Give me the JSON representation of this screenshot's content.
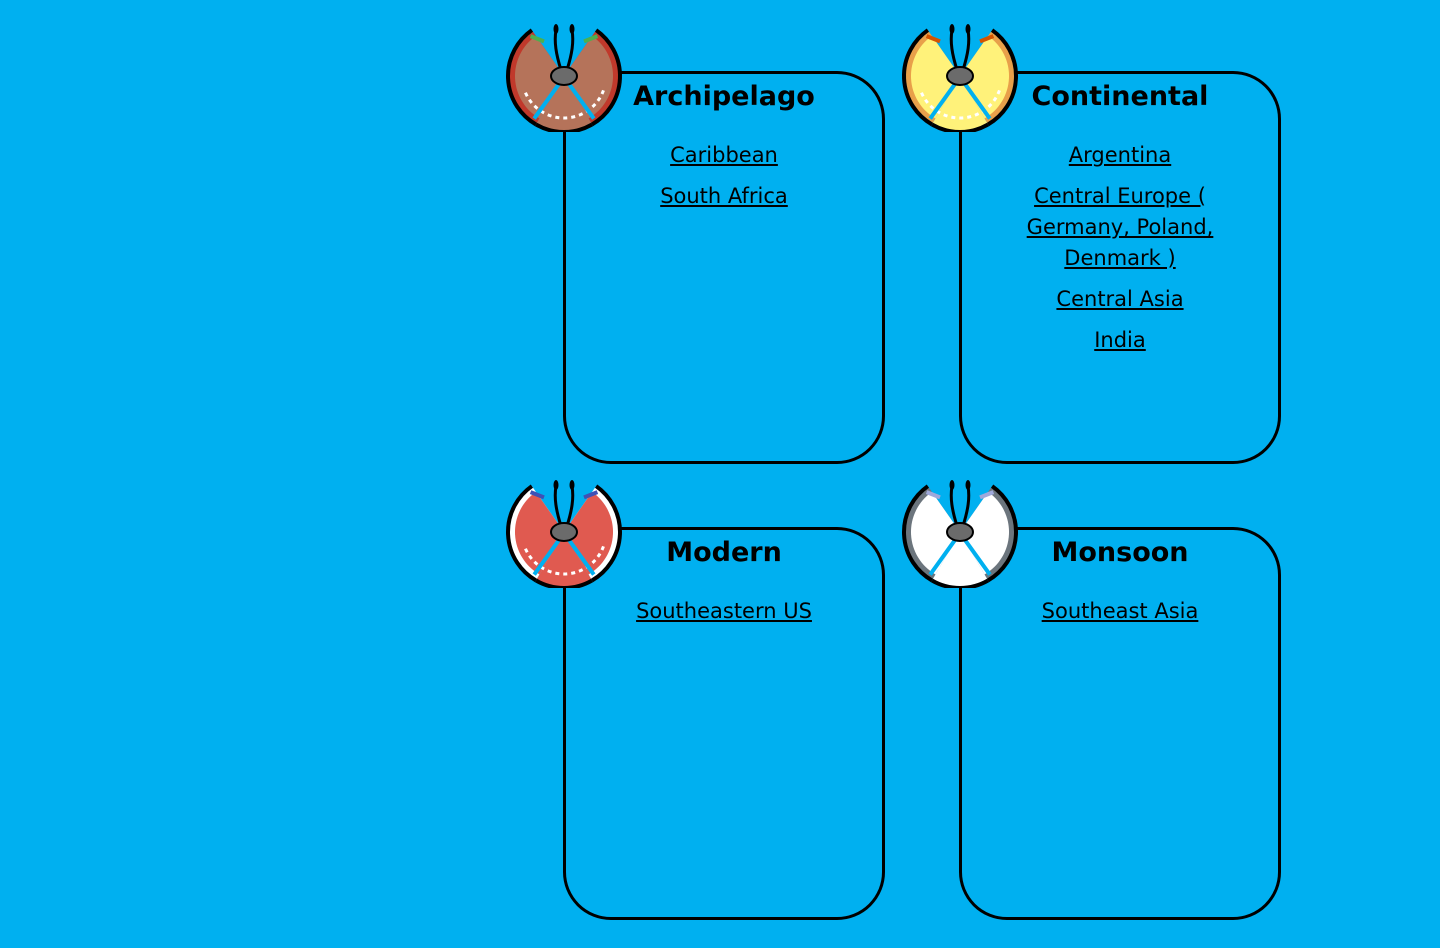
{
  "regions": [
    {
      "id": "archipelago",
      "title": "Archipelago",
      "links": [
        "Caribbean",
        "South Africa"
      ],
      "emblem_icon": "butterfly-emblem-icon",
      "colors": {
        "wing": "#B5735A",
        "rim": "#C0392B",
        "accent": "#4CAF50"
      }
    },
    {
      "id": "continental",
      "title": "Continental",
      "links": [
        "Argentina",
        "Central Europe ( Germany, Poland, Denmark )",
        "Central Asia",
        "India"
      ],
      "emblem_icon": "butterfly-emblem-icon",
      "colors": {
        "wing": "#FFF27A",
        "rim": "#E8A04A",
        "accent": "#D35400"
      }
    },
    {
      "id": "modern",
      "title": "Modern",
      "links": [
        "Southeastern US"
      ],
      "emblem_icon": "butterfly-emblem-icon",
      "colors": {
        "wing": "#E05A50",
        "rim": "#FFFFFF",
        "accent": "#3F51B5"
      }
    },
    {
      "id": "monsoon",
      "title": "Monsoon",
      "links": [
        "Southeast Asia"
      ],
      "emblem_icon": "butterfly-emblem-icon",
      "colors": {
        "wing": "#FFFFFF",
        "rim": "#6C757D",
        "accent": "#9FA8DA"
      }
    }
  ],
  "colors": {
    "background": "#00B0F0",
    "border": "#000000",
    "antenna_accent": "#00B0F0"
  }
}
